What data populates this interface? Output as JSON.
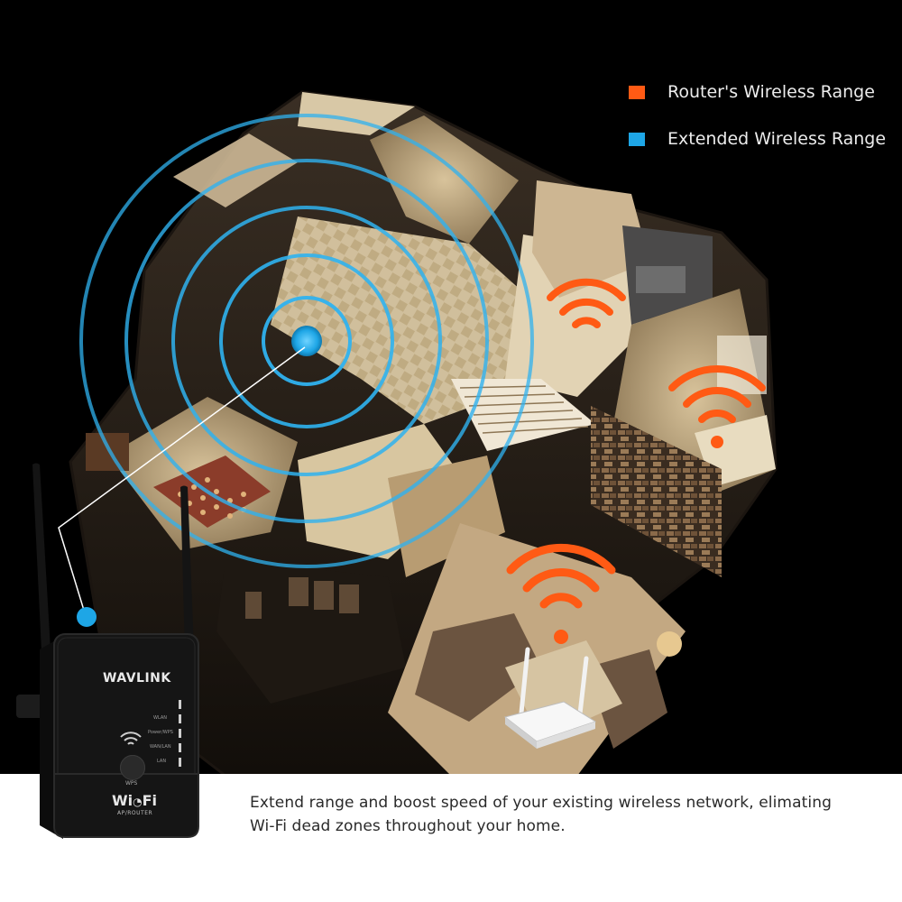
{
  "legend": {
    "router_label": "Router's Wireless Range",
    "extended_label": "Extended Wireless Range",
    "router_color": "#ff5a14",
    "extended_color": "#1ea6e6"
  },
  "caption": {
    "line1": "Extend range and boost speed of your existing wireless network, elimating",
    "line2": "Wi-Fi dead zones throughout your home."
  },
  "extender": {
    "brand": "WAVLINK",
    "led_labels": [
      "WLAN",
      "Power/WPS",
      "WAN/LAN",
      "LAN"
    ],
    "button_label": "WPS",
    "logo_wi": "Wi",
    "logo_fi": "Fi",
    "logo_sub": "AP/ROUTER"
  },
  "icons": {
    "router_wifi": "wifi-signal-icon",
    "extender_signal": "ripple-rings-icon"
  }
}
